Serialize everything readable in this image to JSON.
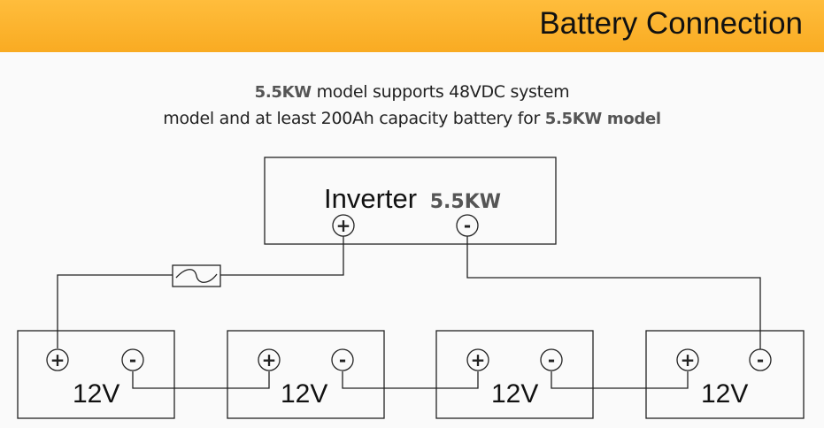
{
  "header": {
    "title": "Battery Connection"
  },
  "description": {
    "line1_model": "5.5KW",
    "line1_text": "model supports 48VDC system",
    "line2_text": "model and at least 200Ah capacity battery for",
    "line2_model": "5.5KW model"
  },
  "inverter": {
    "label": "Inverter",
    "model": "5.5KW",
    "positive_symbol": "+",
    "negative_symbol": "-"
  },
  "batteries": [
    {
      "voltage": "12V",
      "positive_symbol": "+",
      "negative_symbol": "-"
    },
    {
      "voltage": "12V",
      "positive_symbol": "+",
      "negative_symbol": "-"
    },
    {
      "voltage": "12V",
      "positive_symbol": "+",
      "negative_symbol": "-"
    },
    {
      "voltage": "12V",
      "positive_symbol": "+",
      "negative_symbol": "-"
    }
  ],
  "colors": {
    "header_bg": "#f9ab22",
    "line": "#222222",
    "model_text": "#555555"
  }
}
